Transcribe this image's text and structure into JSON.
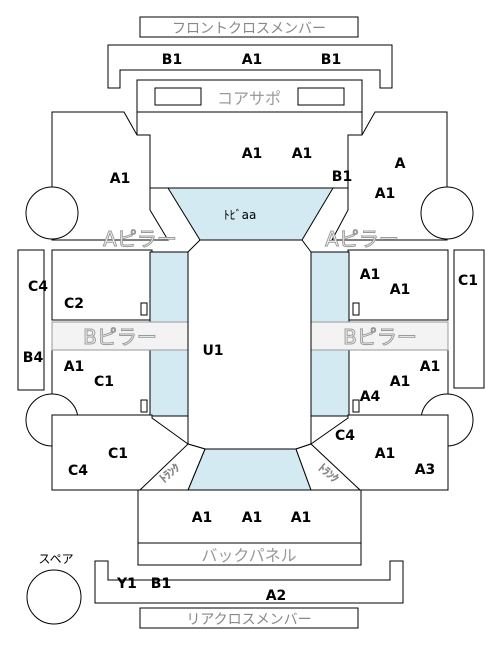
{
  "labels": {
    "front_cross_member": "フロントクロスメンバー",
    "core_support": "コアサポ",
    "a_pillar_left": "Aピラー",
    "a_pillar_right": "Aピラー",
    "b_pillar_left": "Bピラー",
    "b_pillar_right": "Bピラー",
    "back_panel": "バックパネル",
    "rear_cross_member": "リアクロスメンバー",
    "spare": "スペア",
    "roof_center": "ﾄﾋﾞaa",
    "rear_floor_left": "ﾄﾗﾝｸ",
    "rear_floor_right": "ﾄﾗﾝｸ"
  },
  "codes": {
    "front_b1_left": "B1",
    "front_a1": "A1",
    "front_b1_right": "B1",
    "hood_a1_1": "A1",
    "hood_a1_2": "A1",
    "fender_left_a1": "A1",
    "fender_right_b1": "B1",
    "fender_right_a": "A",
    "fender_right_a1": "A1",
    "left_c4": "C4",
    "left_c2": "C2",
    "left_b4": "B4",
    "left_a1": "A1",
    "left_c1": "C1",
    "right_c1": "C1",
    "right_a1_1": "A1",
    "right_a1_2": "A1",
    "right_a1_3": "A1",
    "right_a1_4": "A1",
    "right_a4": "A4",
    "center_u1": "U1",
    "rear_left_c1": "C1",
    "rear_left_c4": "C4",
    "rear_right_c4": "C4",
    "rear_right_a1": "A1",
    "rear_right_a3": "A3",
    "trunk_a1_1": "A1",
    "trunk_a1_2": "A1",
    "trunk_a1_3": "A1",
    "rear_y1": "Y1",
    "rear_b1": "B1",
    "rear_a2": "A2"
  }
}
